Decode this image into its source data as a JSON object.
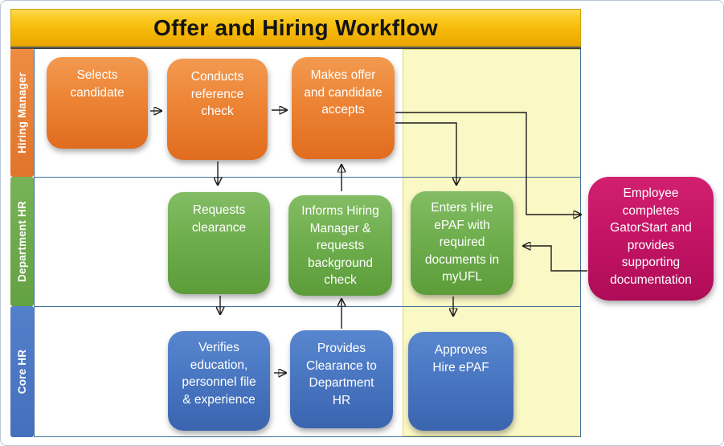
{
  "title": {
    "text": "Offer and Hiring Workflow"
  },
  "lanes": [
    {
      "label": "Hiring Manager",
      "color": "#E8813B"
    },
    {
      "label": "Department HR",
      "color": "#6BAB4C"
    },
    {
      "label": "Core HR",
      "color": "#4C78C8"
    }
  ],
  "highlight_region": {
    "color": "#FAF8C5",
    "meaning": "highlighted right-hand portion of all lanes"
  },
  "boxes": {
    "selects_candidate": {
      "lane": "Hiring Manager",
      "color": "#E8762C",
      "label": "Selects\ncandidate"
    },
    "conducts_reference_check": {
      "lane": "Hiring Manager",
      "color": "#E8762C",
      "label": "Conducts\nreference\ncheck"
    },
    "makes_offer": {
      "lane": "Hiring Manager",
      "color": "#E8762C",
      "label": "Makes offer\nand candidate\naccepts"
    },
    "requests_clearance": {
      "lane": "Department HR",
      "color": "#6BAB4C",
      "label": "Requests\nclearance"
    },
    "informs_hiring_manager": {
      "lane": "Department HR",
      "color": "#6BAB4C",
      "label": "Informs Hiring\nManager &\nrequests\nbackground\ncheck"
    },
    "enters_hire_epaf": {
      "lane": "Department HR",
      "color": "#6BAB4C",
      "label": "Enters Hire\nePAF with\nrequired\ndocuments in\nmyUFL"
    },
    "verifies_education": {
      "lane": "Core HR",
      "color": "#4674C1",
      "label": "Verifies\neducation,\npersonnel file\n& experience"
    },
    "provides_clearance": {
      "lane": "Core HR",
      "color": "#4674C1",
      "label": "Provides\nClearance to\nDepartment\nHR"
    },
    "approves_hire_epaf": {
      "lane": "Core HR",
      "color": "#4674C1",
      "label": "Approves\nHire ePAF"
    },
    "employee_gatorstart": {
      "lane": "external",
      "color": "#C2125F",
      "label": "Employee\ncompletes\nGatorStart and\nprovides\nsupporting\ndocumentation"
    }
  },
  "colors": {
    "title_gold": "#F5BD0F",
    "lane_border_blue": "#41719C",
    "connector_black": "#1C1C1C"
  }
}
